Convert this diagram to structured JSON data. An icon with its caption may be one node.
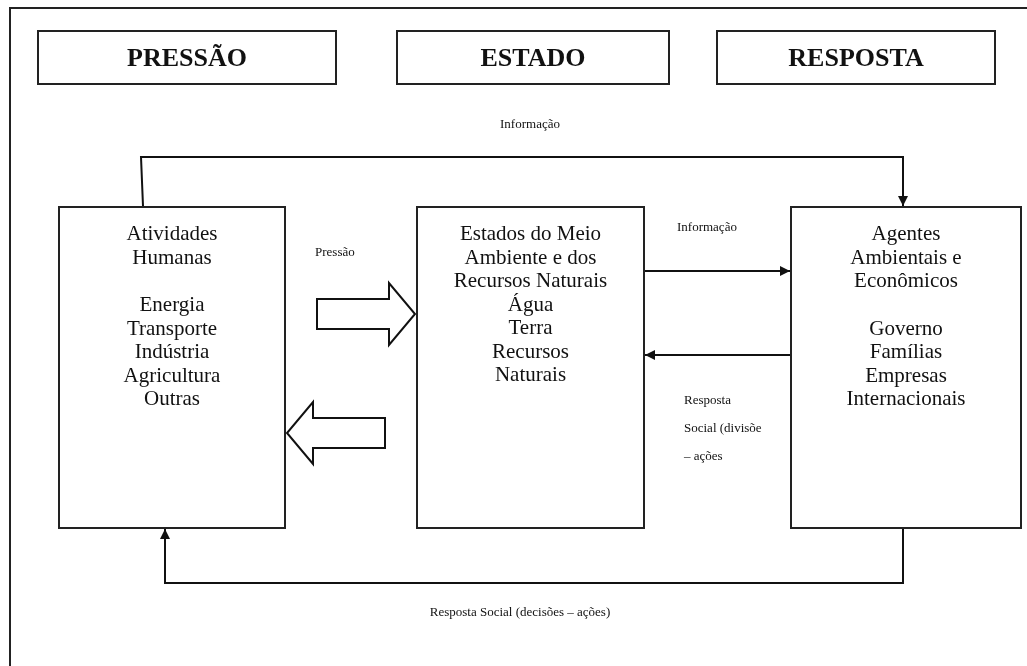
{
  "diagram": {
    "nodes": [
      {
        "text": [
          "PRESSÃO"
        ]
      },
      {
        "text": [
          "ESTADO"
        ]
      },
      {
        "text": [
          "RESPOSTA"
        ]
      },
      {
        "text": [
          "Atividades Humanas",
          "Energia Transporte Indústria Agricultura Outras"
        ]
      },
      {
        "text": [
          "Estados do Meio Ambiente e dos Recursos Naturais",
          "Água",
          "Terra",
          "Recursos Naturais"
        ]
      },
      {
        "text": [
          "Agentes Ambientais e Econômicos",
          "Governo Famílias Empresas Internacionais"
        ]
      }
    ],
    "edges": [
      {
        "from": 3,
        "to": 5,
        "arrow": "to",
        "label": "Informação"
      },
      {
        "from": 3,
        "to": 4,
        "arrow": "to",
        "label": "Pressão",
        "style": "thick"
      },
      {
        "from": 4,
        "to": 3,
        "arrow": "to",
        "style": "thick"
      },
      {
        "from": 4,
        "to": 5,
        "arrow": "to",
        "label": "Informação"
      },
      {
        "from": 5,
        "to": 4,
        "arrow": "to",
        "label": "Resposta Social (divisõe – ações"
      },
      {
        "from": 5,
        "to": 3,
        "arrow": "to",
        "label": "Resposta Social (decisões – ações)"
      }
    ]
  }
}
